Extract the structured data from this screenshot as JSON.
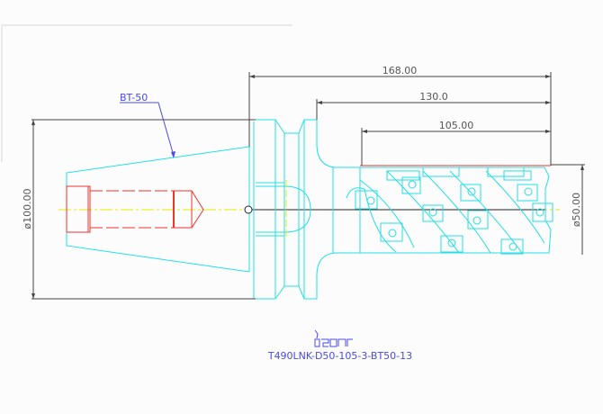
{
  "drawing": {
    "label_holder": "BT-50",
    "part_number": "T490LNK-D50-105-3-BT50-13",
    "logo_text": "iscar",
    "dimensions": {
      "overall_length": "168.00",
      "gauge_to_tip": "130.0",
      "cutting_length": "105.00",
      "flange_diameter": "ø100.00",
      "cutter_diameter": "ø50.00"
    }
  },
  "colors": {
    "outline": "#22e0e8",
    "hidden": "#ee3333",
    "centerline": "#e8e800",
    "dimension": "#444444",
    "label": "#4a4ae8"
  }
}
